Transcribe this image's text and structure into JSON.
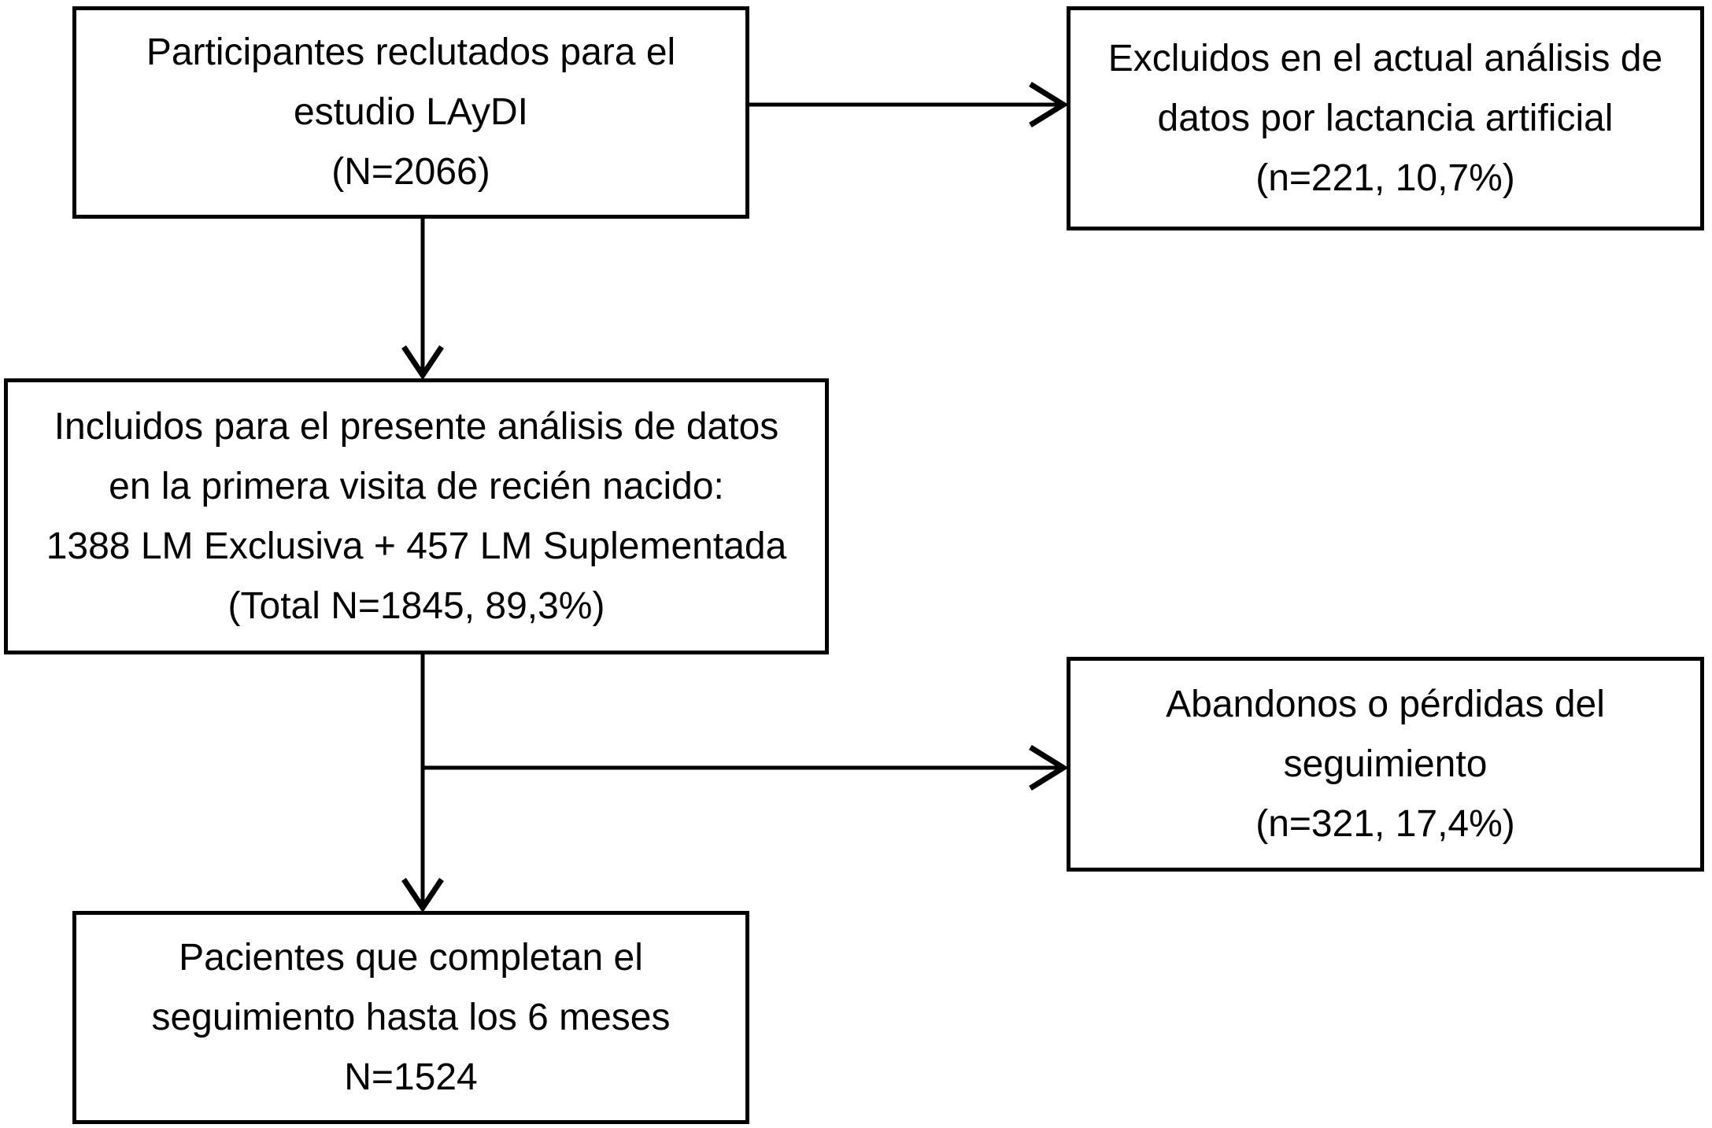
{
  "diagram": {
    "kind": "study-flowchart",
    "language": "es",
    "colors": {
      "background": "#ffffff",
      "box_border": "#000000",
      "text": "#000000",
      "arrow": "#000000"
    },
    "boxes": {
      "recruited": {
        "lines": [
          "Participantes reclutados para el",
          "estudio LAyDI",
          "(N=2066)"
        ]
      },
      "excluded": {
        "lines": [
          "Excluidos en el actual análisis de",
          "datos por lactancia artificial",
          "(n=221, 10,7%)"
        ]
      },
      "included": {
        "lines": [
          "Incluidos para el presente análisis de datos",
          "en la primera visita de recién nacido:",
          "1388 LM Exclusiva + 457 LM Suplementada",
          "(Total N=1845, 89,3%)"
        ]
      },
      "dropouts": {
        "lines": [
          "Abandonos o pérdidas del",
          "seguimiento",
          "(n=321, 17,4%)"
        ]
      },
      "completed": {
        "lines": [
          "Pacientes que completan el",
          "seguimiento hasta los 6 meses",
          "N=1524"
        ]
      }
    }
  }
}
